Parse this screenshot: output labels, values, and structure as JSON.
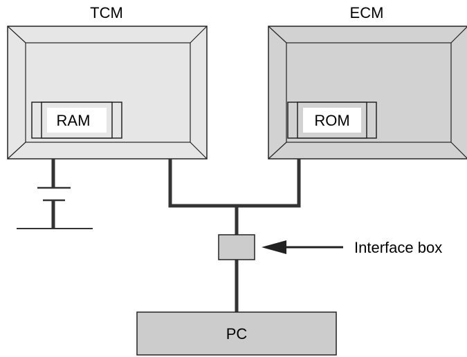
{
  "diagram": {
    "tcm": {
      "title": "TCM",
      "chip_label": "RAM"
    },
    "ecm": {
      "title": "ECM",
      "chip_label": "ROM"
    },
    "interface_box": {
      "label": "Interface box"
    },
    "pc": {
      "label": "PC"
    }
  },
  "colors": {
    "tcm_fill": "#e6e6e6",
    "ecm_fill": "#d2d2d2",
    "box_fill": "#cccccc",
    "stroke": "#222222",
    "wire": "#333333",
    "chip_label_bg": "#ffffff"
  }
}
